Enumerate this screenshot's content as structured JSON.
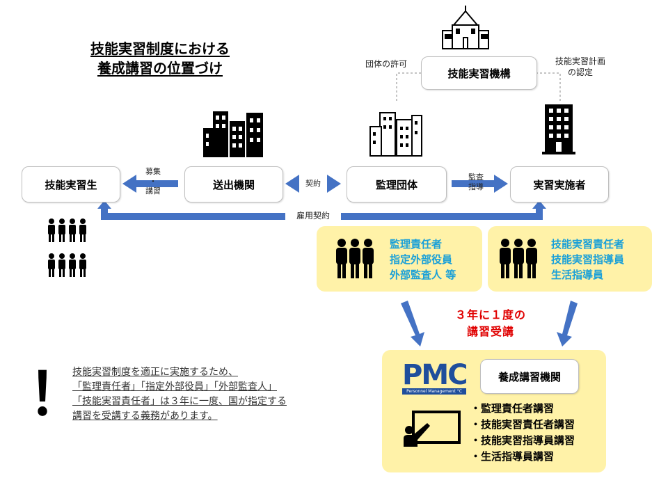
{
  "title": {
    "line1": "技能実習制度における",
    "line2": "養成講習の位置づけ"
  },
  "top_org": {
    "label": "技能実習機構",
    "left_note": "団体の許可",
    "right_note_1": "技能実習計画",
    "right_note_2": "の認定"
  },
  "nodes": {
    "trainee": "技能実習生",
    "sending": "送出機関",
    "supervising": "監理団体",
    "implementer": "実習実施者"
  },
  "edges": {
    "recruit_1": "募集",
    "recruit_dot": "・",
    "recruit_2": "講習",
    "contract": "契約",
    "audit_1": "監査",
    "audit_2": "指導",
    "employment": "雇用契約"
  },
  "roles_left": [
    "監理責任者",
    "指定外部役員",
    "外部監査人 等"
  ],
  "roles_right": [
    "技能実習責任者",
    "技能実習指導員",
    "生活指導員"
  ],
  "frequency": {
    "line1": "３年に１度の",
    "line2": "講習受講"
  },
  "institution": {
    "logo_text": "PMC",
    "logo_sub": "Personnel Management °C",
    "label": "養成講習機関",
    "courses": [
      "・監理責任者講習",
      "・技能実習責任者講習",
      "・技能実習指導員講習",
      "・生活指導員講習"
    ]
  },
  "notice": {
    "mark": "！",
    "lines": [
      "技能実習制度を適正に実施するため、",
      "「監理責任者」「指定外部役員」「外部監査人」",
      "「技能実習責任者」は３年に一度、国が指定する",
      "講習を受講する義務があります。"
    ]
  },
  "colors": {
    "arrow": "#4472c4",
    "yellow": "#fff2a8",
    "cyan": "#1aa0d8",
    "red": "#e00000",
    "logo_blue": "#1f4e9c",
    "logo_green": "#8dc63f"
  }
}
